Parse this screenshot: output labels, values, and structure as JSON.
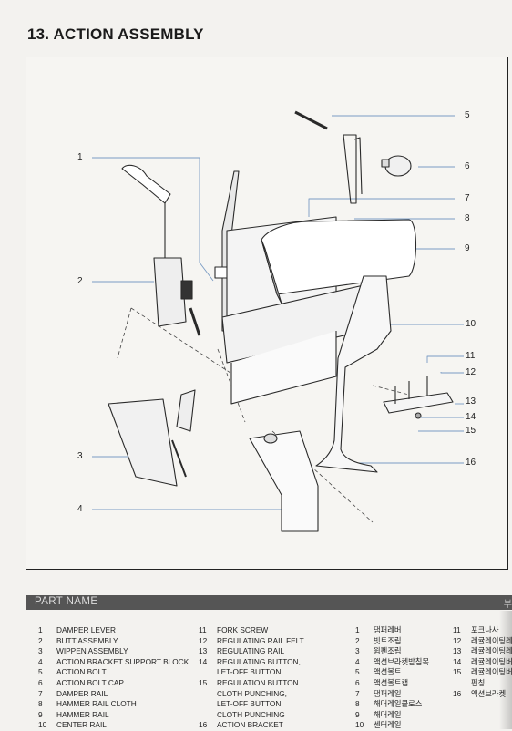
{
  "title": "13. ACTION ASSEMBLY",
  "callouts": [
    "1",
    "2",
    "3",
    "4",
    "5",
    "6",
    "7",
    "8",
    "9",
    "10",
    "11",
    "12",
    "13",
    "14",
    "15",
    "16"
  ],
  "part_name_header": "PART NAME",
  "part_name_header_right": "부",
  "parts_en_col1": [
    {
      "n": "1",
      "t": "DAMPER LEVER"
    },
    {
      "n": "2",
      "t": "BUTT ASSEMBLY"
    },
    {
      "n": "3",
      "t": "WIPPEN ASSEMBLY"
    },
    {
      "n": "4",
      "t": "ACTION BRACKET SUPPORT BLOCK"
    },
    {
      "n": "5",
      "t": "ACTION BOLT"
    },
    {
      "n": "6",
      "t": "ACTION BOLT CAP"
    },
    {
      "n": "7",
      "t": "DAMPER RAIL"
    },
    {
      "n": "8",
      "t": "HAMMER RAIL CLOTH"
    },
    {
      "n": "9",
      "t": "HAMMER RAIL"
    },
    {
      "n": "10",
      "t": "CENTER RAIL"
    }
  ],
  "parts_en_col2": [
    {
      "n": "11",
      "t": "FORK SCREW"
    },
    {
      "n": "12",
      "t": "REGULATING RAIL FELT"
    },
    {
      "n": "13",
      "t": "REGULATING RAIL"
    },
    {
      "n": "14",
      "t": "REGULATING BUTTON,"
    },
    {
      "n": "",
      "t": "LET-OFF BUTTON"
    },
    {
      "n": "15",
      "t": "REGULATION BUTTON"
    },
    {
      "n": "",
      "t": "CLOTH PUNCHING,"
    },
    {
      "n": "",
      "t": "LET-OFF BUTTON"
    },
    {
      "n": "",
      "t": "CLOTH PUNCHING"
    },
    {
      "n": "16",
      "t": "ACTION BRACKET"
    }
  ],
  "parts_ko_col1": [
    {
      "n": "1",
      "t": "댐퍼레버"
    },
    {
      "n": "2",
      "t": "빗트조립"
    },
    {
      "n": "3",
      "t": "윕펜조립"
    },
    {
      "n": "4",
      "t": "액션브라켓받침목"
    },
    {
      "n": "5",
      "t": "액션볼트"
    },
    {
      "n": "6",
      "t": "액션볼트캡"
    },
    {
      "n": "7",
      "t": "댐퍼레일"
    },
    {
      "n": "8",
      "t": "해머레일클로스"
    },
    {
      "n": "9",
      "t": "해머레일"
    },
    {
      "n": "10",
      "t": "센터레일"
    }
  ],
  "parts_ko_col2": [
    {
      "n": "11",
      "t": "포크나사"
    },
    {
      "n": "12",
      "t": "레귤레이팅레"
    },
    {
      "n": "13",
      "t": "레귤레이팅레"
    },
    {
      "n": "14",
      "t": "레귤레이팅버"
    },
    {
      "n": "15",
      "t": "레귤레이팅버"
    },
    {
      "n": "",
      "t": "펀칭"
    },
    {
      "n": "16",
      "t": "액션브라켓"
    }
  ]
}
